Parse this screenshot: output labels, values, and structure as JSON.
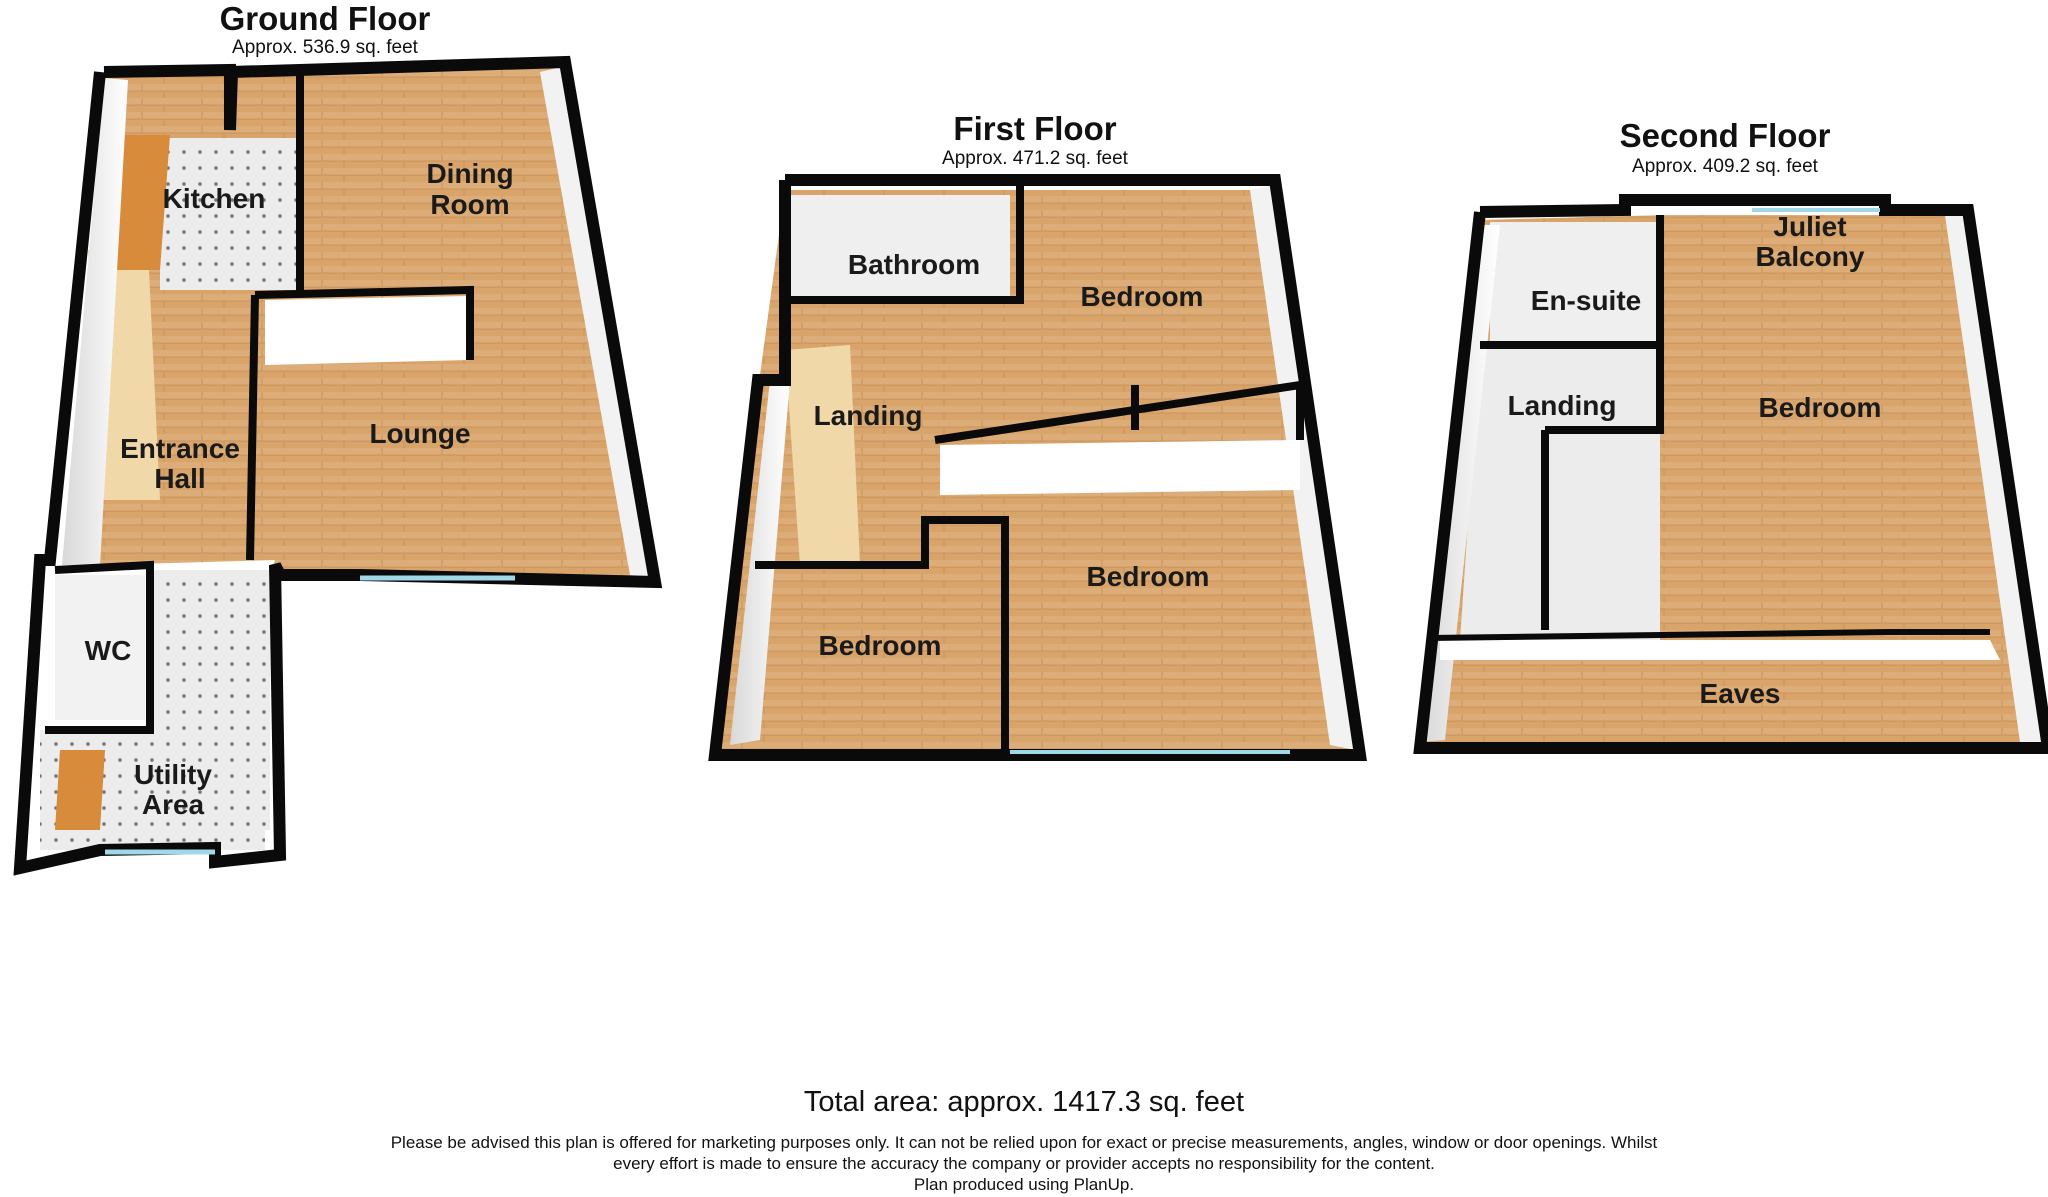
{
  "floors": [
    {
      "title": "Ground Floor",
      "area": "Approx. 536.9 sq. feet",
      "rooms": [
        "Kitchen",
        "Dining",
        "Room",
        "Entrance",
        "Hall",
        "Lounge",
        "WC",
        "Utility",
        "Area"
      ]
    },
    {
      "title": "First Floor",
      "area": "Approx. 471.2 sq. feet",
      "rooms": [
        "Bathroom",
        "Bedroom",
        "Landing",
        "Bedroom",
        "Bedroom"
      ]
    },
    {
      "title": "Second Floor",
      "area": "Approx. 409.2 sq. feet",
      "rooms": [
        "Juliet",
        "Balcony",
        "En-suite",
        "Landing",
        "Bedroom",
        "Eaves"
      ]
    }
  ],
  "total_area": "Total area: approx. 1417.3 sq. feet",
  "disclaimer": [
    "Please be advised this plan is offered for marketing purposes only. It can not be relied upon for exact or precise measurements, angles, window or door openings. Whilst",
    "every effort is made to ensure the accuracy the company or provider accepts no responsibility for the content.",
    "Plan produced using PlanUp."
  ],
  "colors": {
    "wall": "#0a0a0a",
    "floor_wood": "#d9a46a",
    "tile": "#e8e8e8",
    "inner_wall": "#ffffff"
  }
}
